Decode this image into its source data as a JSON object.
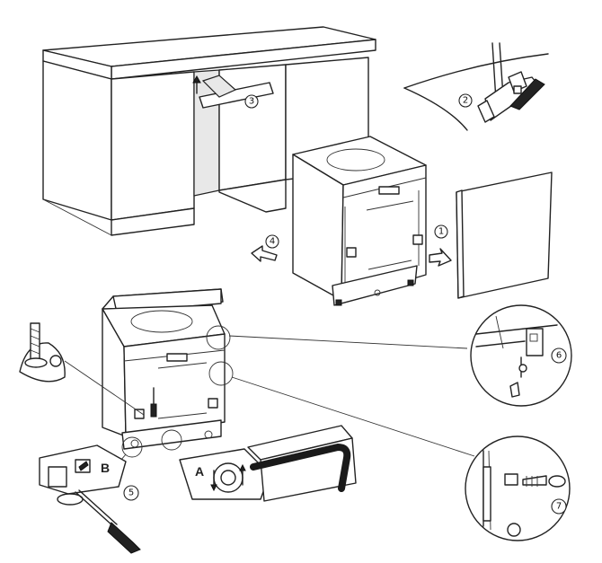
{
  "steps": {
    "s1": "1",
    "s2": "2",
    "s3": "3",
    "s4": "4",
    "s5": "5",
    "s6": "6",
    "s7": "7"
  },
  "labels": {
    "a": "A",
    "b": "B"
  },
  "colors": {
    "line": "#222222",
    "background": "#ffffff",
    "wrench": "#1a1a1a"
  }
}
